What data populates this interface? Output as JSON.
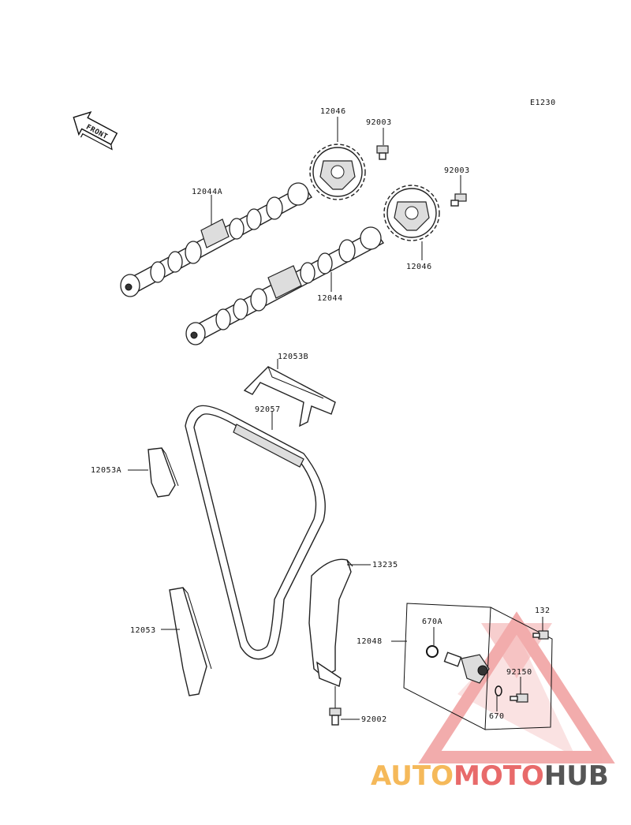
{
  "diagram_code": "E1230",
  "front_label": "FRONT",
  "parts": {
    "sprocket_upper": "12046",
    "bolt_upper": "92003",
    "camshaft_a": "12044A",
    "bolt_right": "92003",
    "sprocket_lower": "12046",
    "camshaft": "12044",
    "guide_top": "12053B",
    "chain": "92057",
    "guide_a": "12053A",
    "guide_tensioner": "13235",
    "tensioner": "12048",
    "oring_a": "670A",
    "bolt_132": "132",
    "guide": "12053",
    "bolt_92150": "92150",
    "oring": "670",
    "bolt_lower": "92002"
  },
  "watermark": {
    "part1": "AUTO",
    "part2": "MOTO",
    "part3": "HUB",
    "color1": "#f5b95a",
    "color2": "#e86a6a",
    "color3": "#555555"
  }
}
